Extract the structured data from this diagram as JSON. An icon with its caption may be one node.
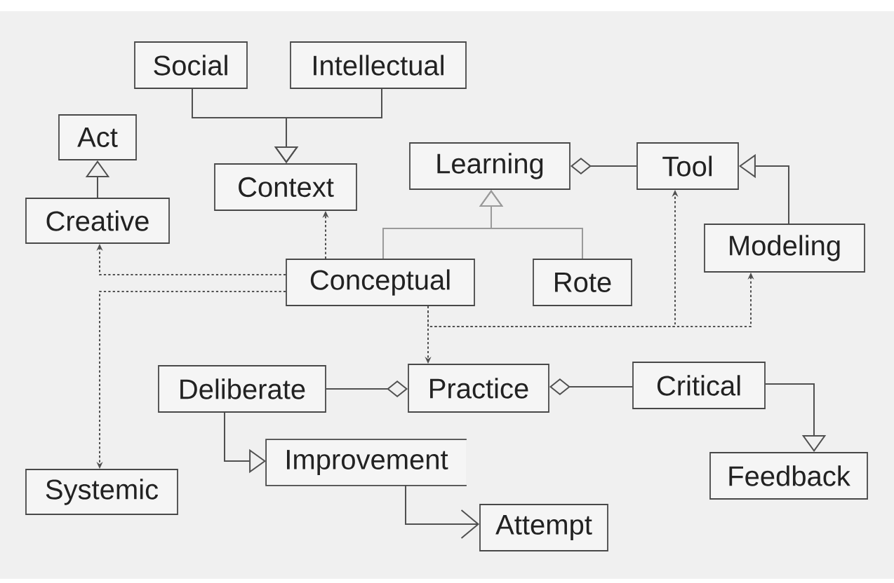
{
  "diagram": {
    "nodes": [
      {
        "text": [
          "Social"
        ]
      },
      {
        "text": [
          "Intellectual"
        ]
      },
      {
        "text": [
          "Act"
        ]
      },
      {
        "text": [
          "Context"
        ]
      },
      {
        "text": [
          "Creative"
        ]
      },
      {
        "text": [
          "Learning"
        ]
      },
      {
        "text": [
          "Tool"
        ]
      },
      {
        "text": [
          "Modeling"
        ]
      },
      {
        "text": [
          "Conceptual"
        ]
      },
      {
        "text": [
          "Rote"
        ]
      },
      {
        "text": [
          "Deliberate"
        ]
      },
      {
        "text": [
          "Practice"
        ]
      },
      {
        "text": [
          "Critical"
        ]
      },
      {
        "text": [
          "Improvement"
        ]
      },
      {
        "text": [
          "Systemic"
        ]
      },
      {
        "text": [
          "Feedback"
        ]
      },
      {
        "text": [
          "Attempt"
        ]
      }
    ],
    "edges": [
      {
        "from": 0,
        "to": 3,
        "arrow": "to"
      },
      {
        "from": 1,
        "to": 3,
        "arrow": "to"
      },
      {
        "from": 4,
        "to": 2,
        "arrow": "to"
      },
      {
        "from": 6,
        "to": 5,
        "arrow": "other"
      },
      {
        "from": 7,
        "to": 6,
        "arrow": "to"
      },
      {
        "from": 8,
        "to": 5,
        "arrow": "to",
        "color": "#9a9a9a"
      },
      {
        "from": 9,
        "to": 5,
        "arrow": "to",
        "color": "#9a9a9a"
      },
      {
        "from": 8,
        "to": 3,
        "arrow": "to",
        "style": "dashed"
      },
      {
        "from": 8,
        "to": 4,
        "arrow": "to",
        "style": "dashed"
      },
      {
        "from": 8,
        "to": 14,
        "arrow": "to",
        "style": "dashed"
      },
      {
        "from": 8,
        "to": 11,
        "arrow": "to",
        "style": "dashed"
      },
      {
        "from": 8,
        "to": 6,
        "arrow": "to",
        "style": "dashed"
      },
      {
        "from": 8,
        "to": 7,
        "arrow": "to",
        "style": "dashed"
      },
      {
        "from": 10,
        "to": 11,
        "arrow": "other"
      },
      {
        "from": 12,
        "to": 11,
        "arrow": "other"
      },
      {
        "from": 12,
        "to": 15,
        "arrow": "to"
      },
      {
        "from": 10,
        "to": 13,
        "arrow": "to"
      },
      {
        "from": 13,
        "to": 16,
        "arrow": "to"
      }
    ]
  }
}
